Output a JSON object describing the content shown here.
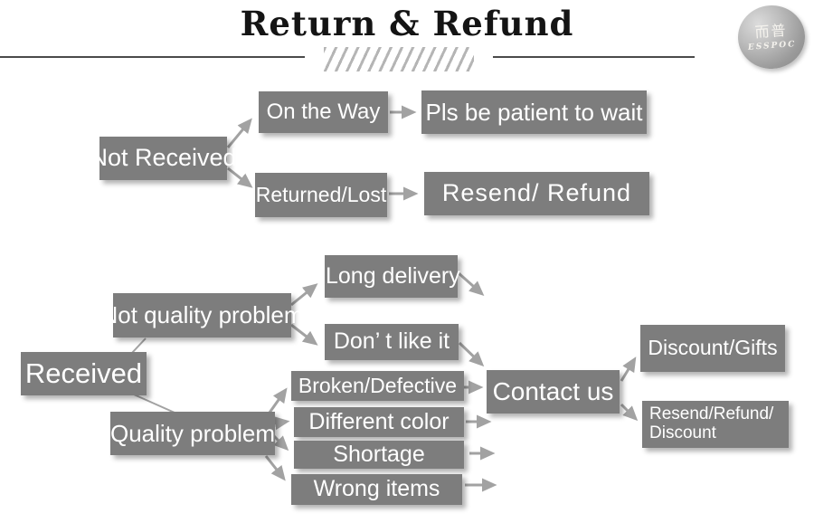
{
  "header": {
    "title": "Return & Refund",
    "logo": {
      "chinese_name": "而普",
      "brand": "ESSPOC"
    }
  },
  "colors": {
    "box": "#7d7d7d",
    "arrow": "#a2a2a2",
    "line": "#4a4a4a",
    "title": "#141414",
    "hatch": "#b5b5b5",
    "logo_text": "#f5f3ee"
  },
  "flowchart": {
    "not_received": {
      "label": "Not Received"
    },
    "on_the_way": {
      "label": "On the Way"
    },
    "pls_wait": {
      "label": "Pls be patient to wait"
    },
    "returned_lost": {
      "label": "Returned/Lost"
    },
    "resend_refund": {
      "label": "Resend/ Refund"
    },
    "received": {
      "label": "Received"
    },
    "not_quality_problem": {
      "label": "Not quality problem"
    },
    "long_delivery": {
      "label": "Long delivery"
    },
    "dont_like_it": {
      "label": "Don’ t like it"
    },
    "quality_problem": {
      "label": "Quality problem"
    },
    "broken_defective": {
      "label": "Broken/Defective"
    },
    "different_color": {
      "label": "Different color"
    },
    "shortage": {
      "label": "Shortage"
    },
    "wrong_items": {
      "label": "Wrong items"
    },
    "contact_us": {
      "label": "Contact us"
    },
    "discount_gifts": {
      "label": "Discount/Gifts"
    },
    "resend_refund_discount": {
      "line1": "Resend/Refund/",
      "line2": "Discount"
    }
  }
}
